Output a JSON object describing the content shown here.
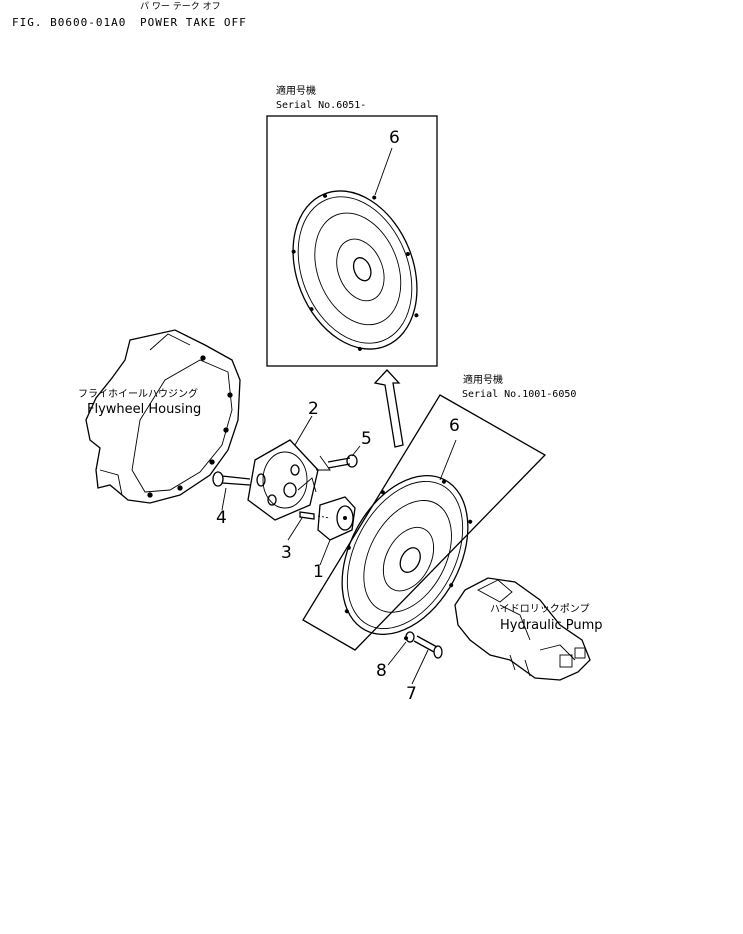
{
  "header": {
    "fig_code": "FIG. B0600-01A0",
    "title_jp": "パ ワー テーク オフ",
    "title_en": "POWER TAKE OFF"
  },
  "serial_upper": {
    "label_jp": "適用号機",
    "label_en": "Serial No.6051-",
    "part_no": "6"
  },
  "serial_lower": {
    "label_jp": "適用号機",
    "label_en": "Serial No.1001-6050",
    "part_no": "6"
  },
  "components": {
    "flywheel_housing": {
      "name_jp": "フライホイールハウジング",
      "name_en": "Flywheel Housing"
    },
    "hydraulic_pump": {
      "name_jp": "ハイドロリックポンプ",
      "name_en": "Hydraulic Pump"
    }
  },
  "callouts": [
    "1",
    "2",
    "3",
    "4",
    "5",
    "7",
    "8"
  ]
}
